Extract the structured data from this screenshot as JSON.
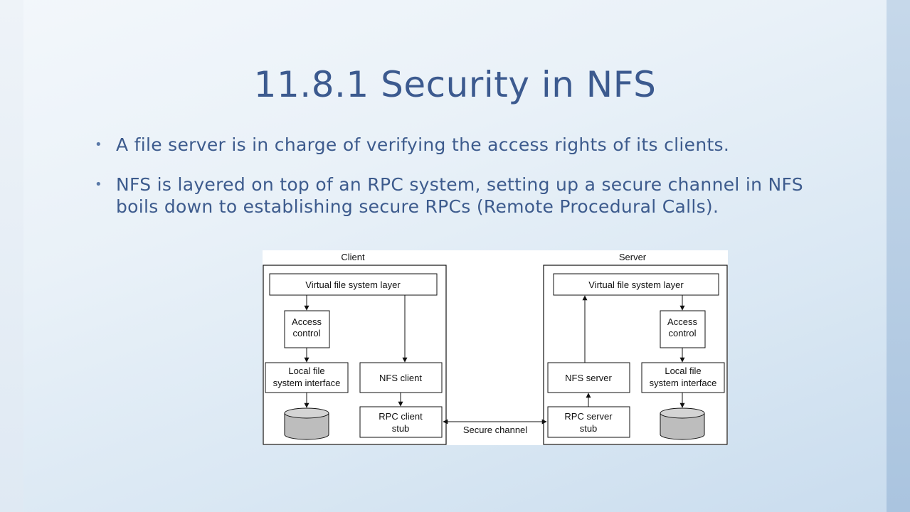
{
  "slide": {
    "title": "11.8.1 Security in NFS",
    "bullets": [
      "A file server is in charge of verifying the access rights of its clients.",
      "NFS is layered on top of an RPC system, setting up a secure channel in NFS boils down to establishing secure RPCs (Remote Procedural Calls)."
    ]
  },
  "diagram": {
    "client": {
      "label": "Client",
      "vfs": "Virtual file system layer",
      "access_line1": "Access",
      "access_line2": "control",
      "local_line1": "Local file",
      "local_line2": "system interface",
      "nfs": "NFS client",
      "rpc_line1": "RPC client",
      "rpc_line2": "stub"
    },
    "server": {
      "label": "Server",
      "vfs": "Virtual file system layer",
      "access_line1": "Access",
      "access_line2": "control",
      "local_line1": "Local file",
      "local_line2": "system interface",
      "nfs": "NFS server",
      "rpc_line1": "RPC server",
      "rpc_line2": "stub"
    },
    "channel": "Secure channel"
  }
}
